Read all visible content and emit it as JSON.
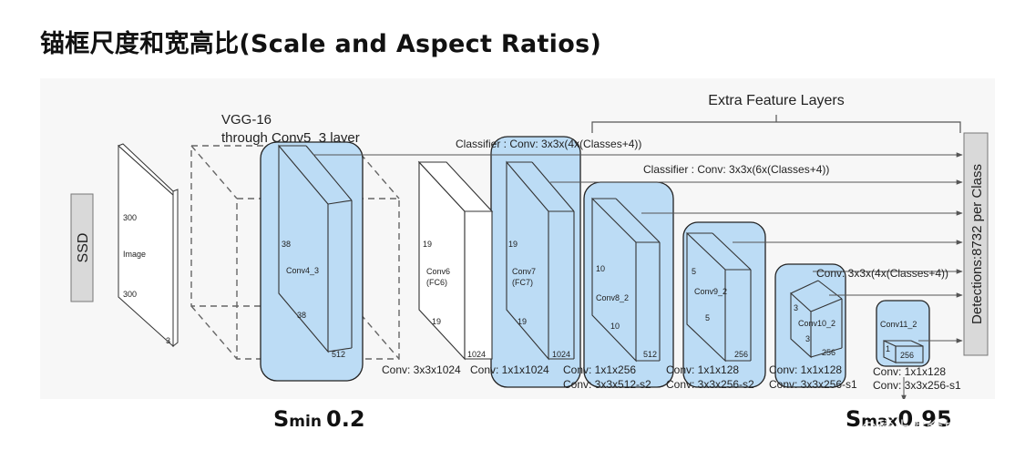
{
  "title": "锚框尺度和宽高比(Scale and Aspect Ratios)",
  "diagram": {
    "ssd_label": "SSD",
    "image": {
      "label": "Image",
      "h": "300",
      "w": "300",
      "d": "3"
    },
    "vgg_label_1": "VGG-16",
    "vgg_label_2": "through Conv5_3 layer",
    "extra_layers_label": "Extra Feature Layers",
    "detections_label": "Detections:8732  per Class",
    "classifier_1": "Classifier : Conv: 3x3x(4x(Classes+4))",
    "classifier_2": "Classifier : Conv: 3x3x(6x(Classes+4))",
    "classifier_3": "Conv: 3x3x(4x(Classes+4))",
    "layers": [
      {
        "name": "Conv4_3",
        "s1": "38",
        "s2": "38",
        "depth": "512"
      },
      {
        "name": "Conv6",
        "name2": "(FC6)",
        "s1": "19",
        "s2": "19",
        "depth": "1024",
        "conv": "Conv: 3x3x1024"
      },
      {
        "name": "Conv7",
        "name2": "(FC7)",
        "s1": "19",
        "s2": "19",
        "depth": "1024",
        "conv": "Conv: 1x1x1024"
      },
      {
        "name": "Conv8_2",
        "s1": "10",
        "s2": "10",
        "depth": "512",
        "conv": "Conv: 1x1x256",
        "conv2": "Conv: 3x3x512-s2"
      },
      {
        "name": "Conv9_2",
        "s1": "5",
        "s2": "5",
        "depth": "256",
        "conv": "Conv: 1x1x128",
        "conv2": "Conv: 3x3x256-s2"
      },
      {
        "name": "Conv10_2",
        "s1": "3",
        "s2": "3",
        "depth": "256",
        "conv": "Conv: 1x1x128",
        "conv2": "Conv: 3x3x256-s1"
      },
      {
        "name": "Conv11_2",
        "s1": "1",
        "depth": "256",
        "conv": "Conv: 1x1x128",
        "conv2": "Conv: 3x3x256-s1"
      }
    ]
  },
  "smin": {
    "s": "S",
    "sub": "min",
    "value": "0.2"
  },
  "smax": {
    "s": "S",
    "sub": "max",
    "value": "0.95"
  },
  "watermark": "@稀土掘金技术社区",
  "colors": {
    "highlight_fill": "#bcdcf5",
    "highlight_stroke": "#222222",
    "arrow": "#555555"
  }
}
